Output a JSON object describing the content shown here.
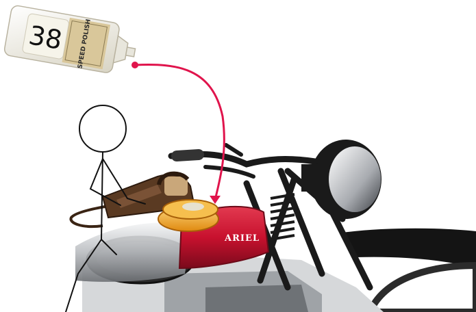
{
  "bottle": {
    "number": "38",
    "label_text": "SPEED POLISH",
    "colors": {
      "body": "#f1efe4",
      "label": "#d9c79a",
      "cap": "#e8e6dc"
    }
  },
  "motorcycle": {
    "tank_brand": "ARIEL",
    "colors": {
      "tank_red": "#c8112e",
      "frame": "#1a1a1a",
      "chrome": "#b9bcc0"
    }
  },
  "polisher": {
    "colors": {
      "body": "#5a3a22",
      "pad": "#f0a622"
    }
  },
  "arrow": {
    "color": "#e0144c"
  },
  "figure": {
    "icon": "stick-figure-icon",
    "color": "#111111"
  }
}
